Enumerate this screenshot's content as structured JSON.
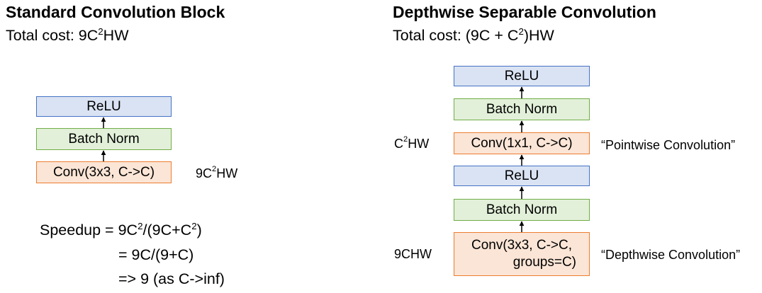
{
  "left": {
    "title": "Standard Convolution Block",
    "cost_prefix": "Total cost: 9C",
    "cost_sup": "2",
    "cost_suffix": "HW",
    "blocks": {
      "relu": "ReLU",
      "bn": "Batch Norm",
      "conv": "Conv(3x3, C->C)"
    },
    "conv_cost": {
      "prefix": "9C",
      "sup": "2",
      "suffix": "HW"
    },
    "speedup": {
      "line1": {
        "a": "Speedup = 9C",
        "sup1": "2",
        "b": "/(9C+C",
        "sup2": "2",
        "c": ")"
      },
      "line2": "= 9C/(9+C)",
      "line3": "=> 9 (as C->inf)"
    }
  },
  "right": {
    "title": "Depthwise Separable Convolution",
    "cost_prefix": "Total cost: (9C + C",
    "cost_sup": "2",
    "cost_suffix": ")HW",
    "blocks": {
      "relu_top": "ReLU",
      "bn_top": "Batch Norm",
      "conv_pointwise": "Conv(1x1, C->C)",
      "relu_mid": "ReLU",
      "bn_mid": "Batch Norm",
      "conv_depthwise_line1": "Conv(3x3, C->C,",
      "conv_depthwise_line2": "groups=C)"
    },
    "pointwise_cost": {
      "prefix": "C",
      "sup": "2",
      "suffix": "HW"
    },
    "depthwise_cost": "9CHW",
    "pointwise_label": "“Pointwise Convolution”",
    "depthwise_label": "“Depthwise Convolution”"
  }
}
